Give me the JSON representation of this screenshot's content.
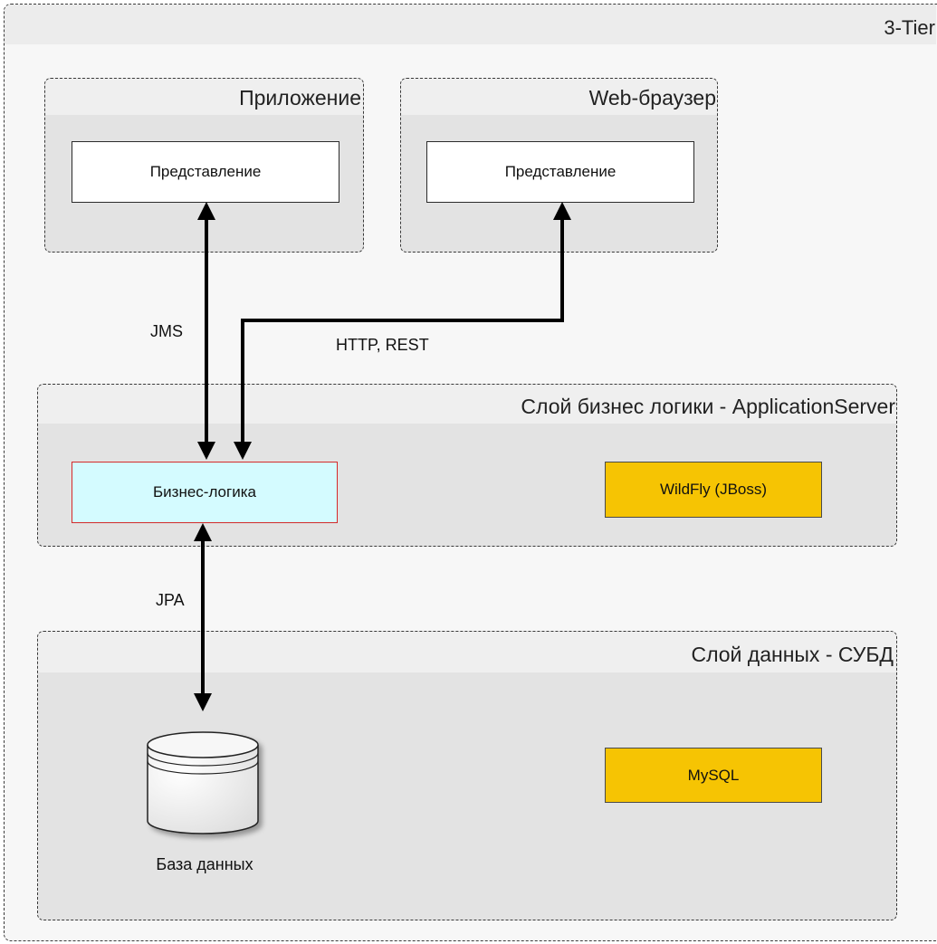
{
  "tier": {
    "title": "3-Tier"
  },
  "groups": {
    "app": {
      "title": "Приложение"
    },
    "browser": {
      "title": "Web-браузер"
    },
    "business": {
      "title": "Слой бизнес логики - ApplicationServer"
    },
    "data": {
      "title": "Слой данных - СУБД"
    }
  },
  "boxes": {
    "app_view": "Представление",
    "browser_view": "Представление",
    "business_logic": "Бизнес-логика",
    "wildfly": "WildFly (JBoss)",
    "mysql": "MySQL",
    "database": "База данных"
  },
  "edges": {
    "jms": "JMS",
    "http_rest": "HTTP, REST",
    "jpa": "JPA"
  },
  "colors": {
    "group_fill": "#e3e3e3",
    "business_fill": "#d4fbff",
    "business_border": "#d42a2a",
    "server_fill": "#f6c403"
  }
}
